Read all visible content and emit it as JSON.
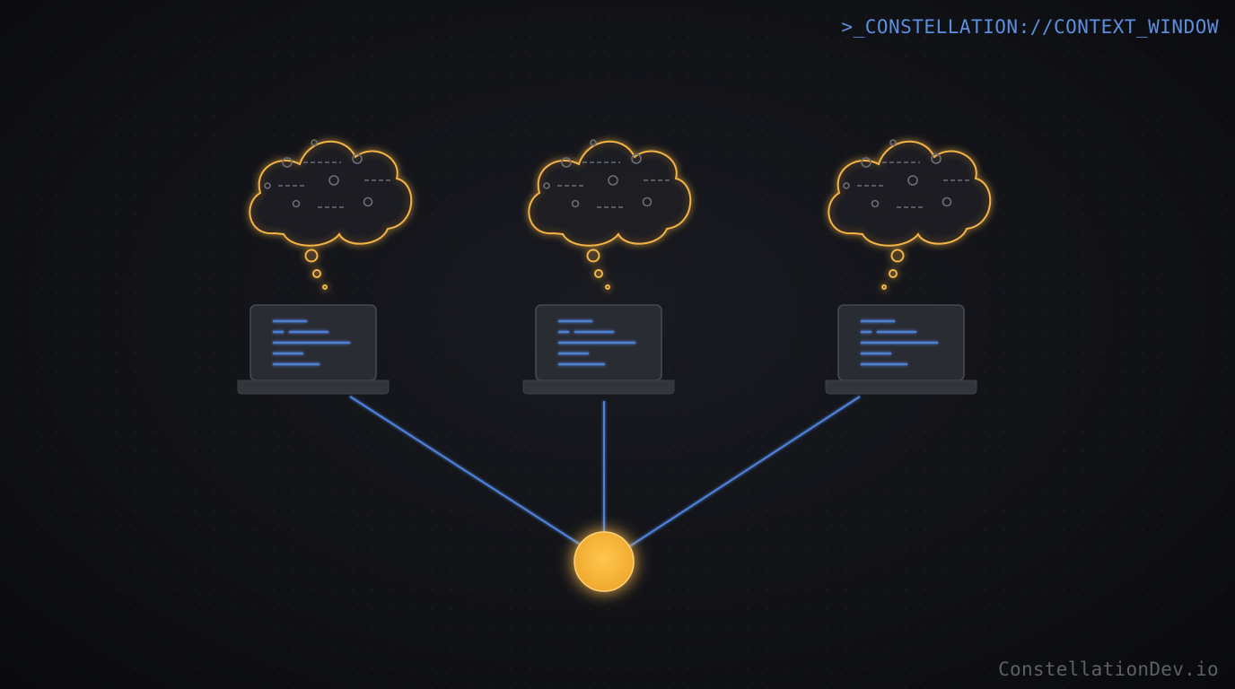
{
  "header": {
    "tag": ">_CONSTELLATION://CONTEXT_WINDOW"
  },
  "footer": {
    "watermark": "ConstellationDev.io"
  },
  "agents": [
    {
      "id": "agent-1",
      "icon": "laptop-icon",
      "thought": "cloud-thought-bubble-icon"
    },
    {
      "id": "agent-2",
      "icon": "laptop-icon",
      "thought": "cloud-thought-bubble-icon"
    },
    {
      "id": "agent-3",
      "icon": "laptop-icon",
      "thought": "cloud-thought-bubble-icon"
    }
  ],
  "hub": {
    "icon": "shared-context-node-icon"
  },
  "colors": {
    "background": "#111216",
    "accent_blue": "#5b8fe0",
    "glow_orange": "#f5b13a",
    "laptop_body": "#2a2c33",
    "laptop_border": "#464953",
    "watermark": "#5c5f68"
  }
}
